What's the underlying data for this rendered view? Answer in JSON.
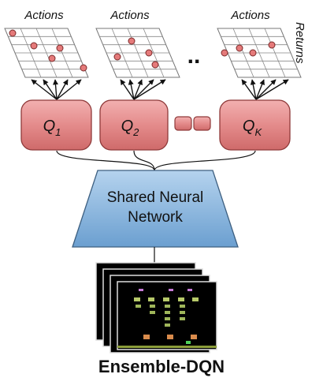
{
  "grid_axis_labels": {
    "actions": "Actions",
    "returns": "Returns"
  },
  "heads": [
    {
      "symbol": "Q",
      "subscript": "1"
    },
    {
      "symbol": "Q",
      "subscript": "2"
    },
    {
      "symbol": "Q",
      "subscript": "K"
    }
  ],
  "ellipsis": "..",
  "shared_network": {
    "line1": "Shared Neural",
    "line2": "Network"
  },
  "caption": "Ensemble-DQN",
  "colors": {
    "head_fill": "#e48b8b",
    "head_stroke": "#8f3a3a",
    "network_fill": "#8ab8df",
    "network_stroke": "#3d5f80",
    "point_fill": "#e57a7a",
    "screen_bg": "#000000"
  },
  "screen_icons": [
    "space-invaders-frame"
  ]
}
